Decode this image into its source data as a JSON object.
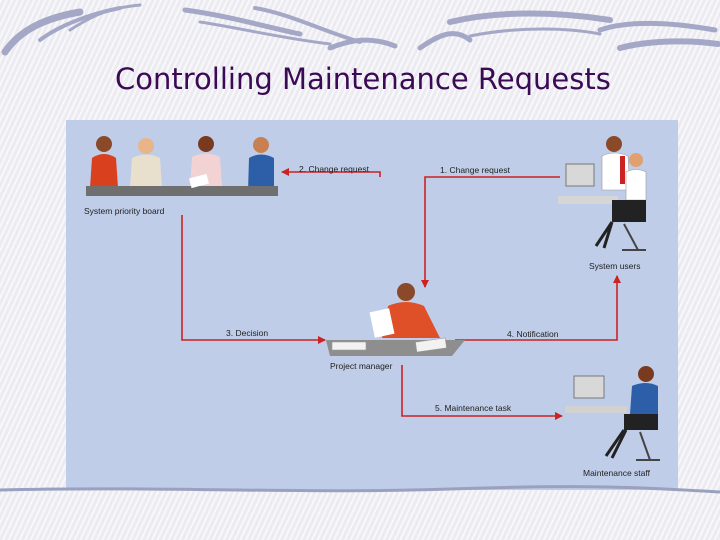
{
  "slide": {
    "title": "Controlling Maintenance Requests"
  },
  "diagram": {
    "nodes": {
      "board": "System priority board",
      "users": "System users",
      "manager": "Project manager",
      "staff": "Maintenance staff"
    },
    "flows": {
      "step1": "1. Change request",
      "step2": "2. Change request",
      "step3": "3. Decision",
      "step4": "4. Notification",
      "step5": "5. Maintenance task"
    }
  },
  "colors": {
    "title": "#3b0a55",
    "panel": "#bfcde8",
    "arrow": "#cc2222",
    "brush": "#9aa0bf"
  }
}
